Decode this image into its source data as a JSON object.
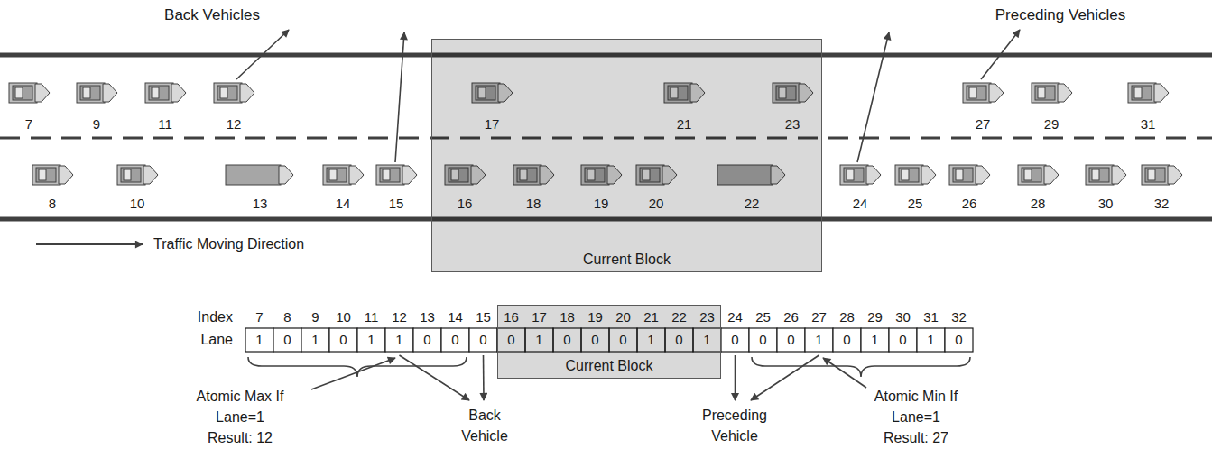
{
  "diagram": {
    "nodes": [
      {
        "text": [
          "Current Block"
        ]
      },
      {
        "text": [
          "Current Block"
        ]
      }
    ],
    "labels": [
      "Back Vehicles",
      "Preceding Vehicles",
      "7",
      "9",
      "11",
      "12",
      "17",
      "21",
      "23",
      "27",
      "29",
      "31",
      "8",
      "10",
      "13",
      "14",
      "15",
      "16",
      "18",
      "19",
      "20",
      "22",
      "24",
      "25",
      "26",
      "28",
      "30",
      "32",
      "Traffic Moving Direction",
      "Index",
      "Lane",
      "7",
      "8",
      "9",
      "10",
      "11",
      "12",
      "13",
      "14",
      "15",
      "16",
      "17",
      "18",
      "19",
      "20",
      "21",
      "22",
      "23",
      "24",
      "25",
      "26",
      "27",
      "28",
      "29",
      "30",
      "31",
      "32",
      "1",
      "0",
      "1",
      "0",
      "1",
      "1",
      "0",
      "0",
      "0",
      "0",
      "1",
      "0",
      "0",
      "0",
      "1",
      "0",
      "1",
      "0",
      "0",
      "0",
      "1",
      "0",
      "1",
      "0",
      "1",
      "0",
      "Atomic Max If Lane=1 Result: 12",
      "Back Vehicle",
      "Preceding Vehicle",
      "Atomic Min If Lane=1 Result: 27"
    ]
  }
}
